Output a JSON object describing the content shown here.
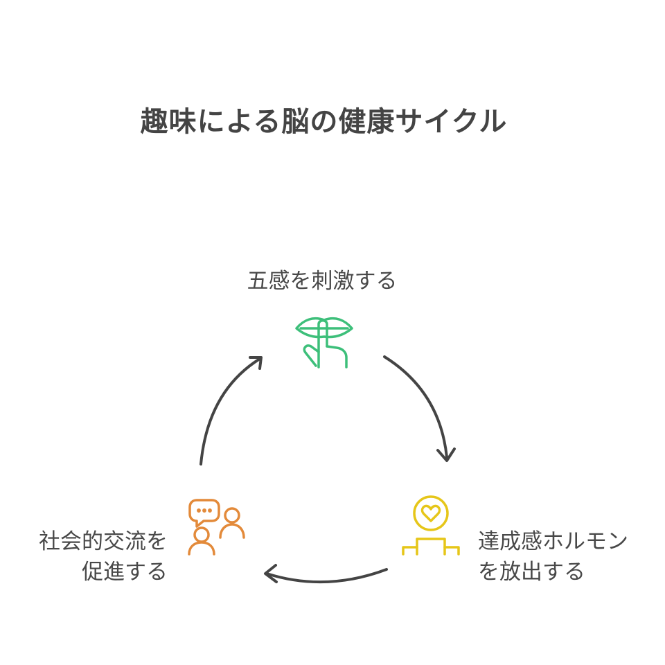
{
  "title": "趣味による脳の健康サイクル",
  "nodes": {
    "top": {
      "lines": [
        "五感を刺激する"
      ],
      "icon": "shush-finger-lips-icon",
      "color": "#3dbf7a"
    },
    "right": {
      "lines": [
        "達成感ホルモン",
        "を放出する"
      ],
      "icon": "heart-podium-icon",
      "color": "#e6c619"
    },
    "left": {
      "lines": [
        "社会的交流を",
        "促進する"
      ],
      "icon": "people-chat-icon",
      "color": "#e38a3a"
    }
  },
  "arrow_color": "#444444"
}
